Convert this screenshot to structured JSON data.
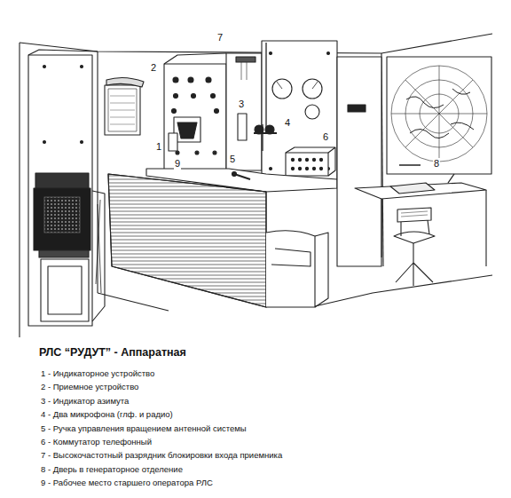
{
  "diagram": {
    "title": "РЛС “РУДУТ” - Аппаратная",
    "labels": [
      "7",
      "2",
      "1",
      "3",
      "4",
      "6",
      "5",
      "9",
      "8",
      "1 - Индикаторное устройство",
      "2 - Приемное устройство",
      "3 - Индикатор азимута",
      "4 - Два микрофона (глф. и радио)",
      "5 - Ручка управления вращением антенной системы",
      "6 - Коммутатор телефонный",
      "7 - Высокочастотный разрядник блокировки входа приемника",
      "8 - Дверь в генераторное отделение",
      "9 - Рабочее место старшего оператора РЛС"
    ]
  }
}
